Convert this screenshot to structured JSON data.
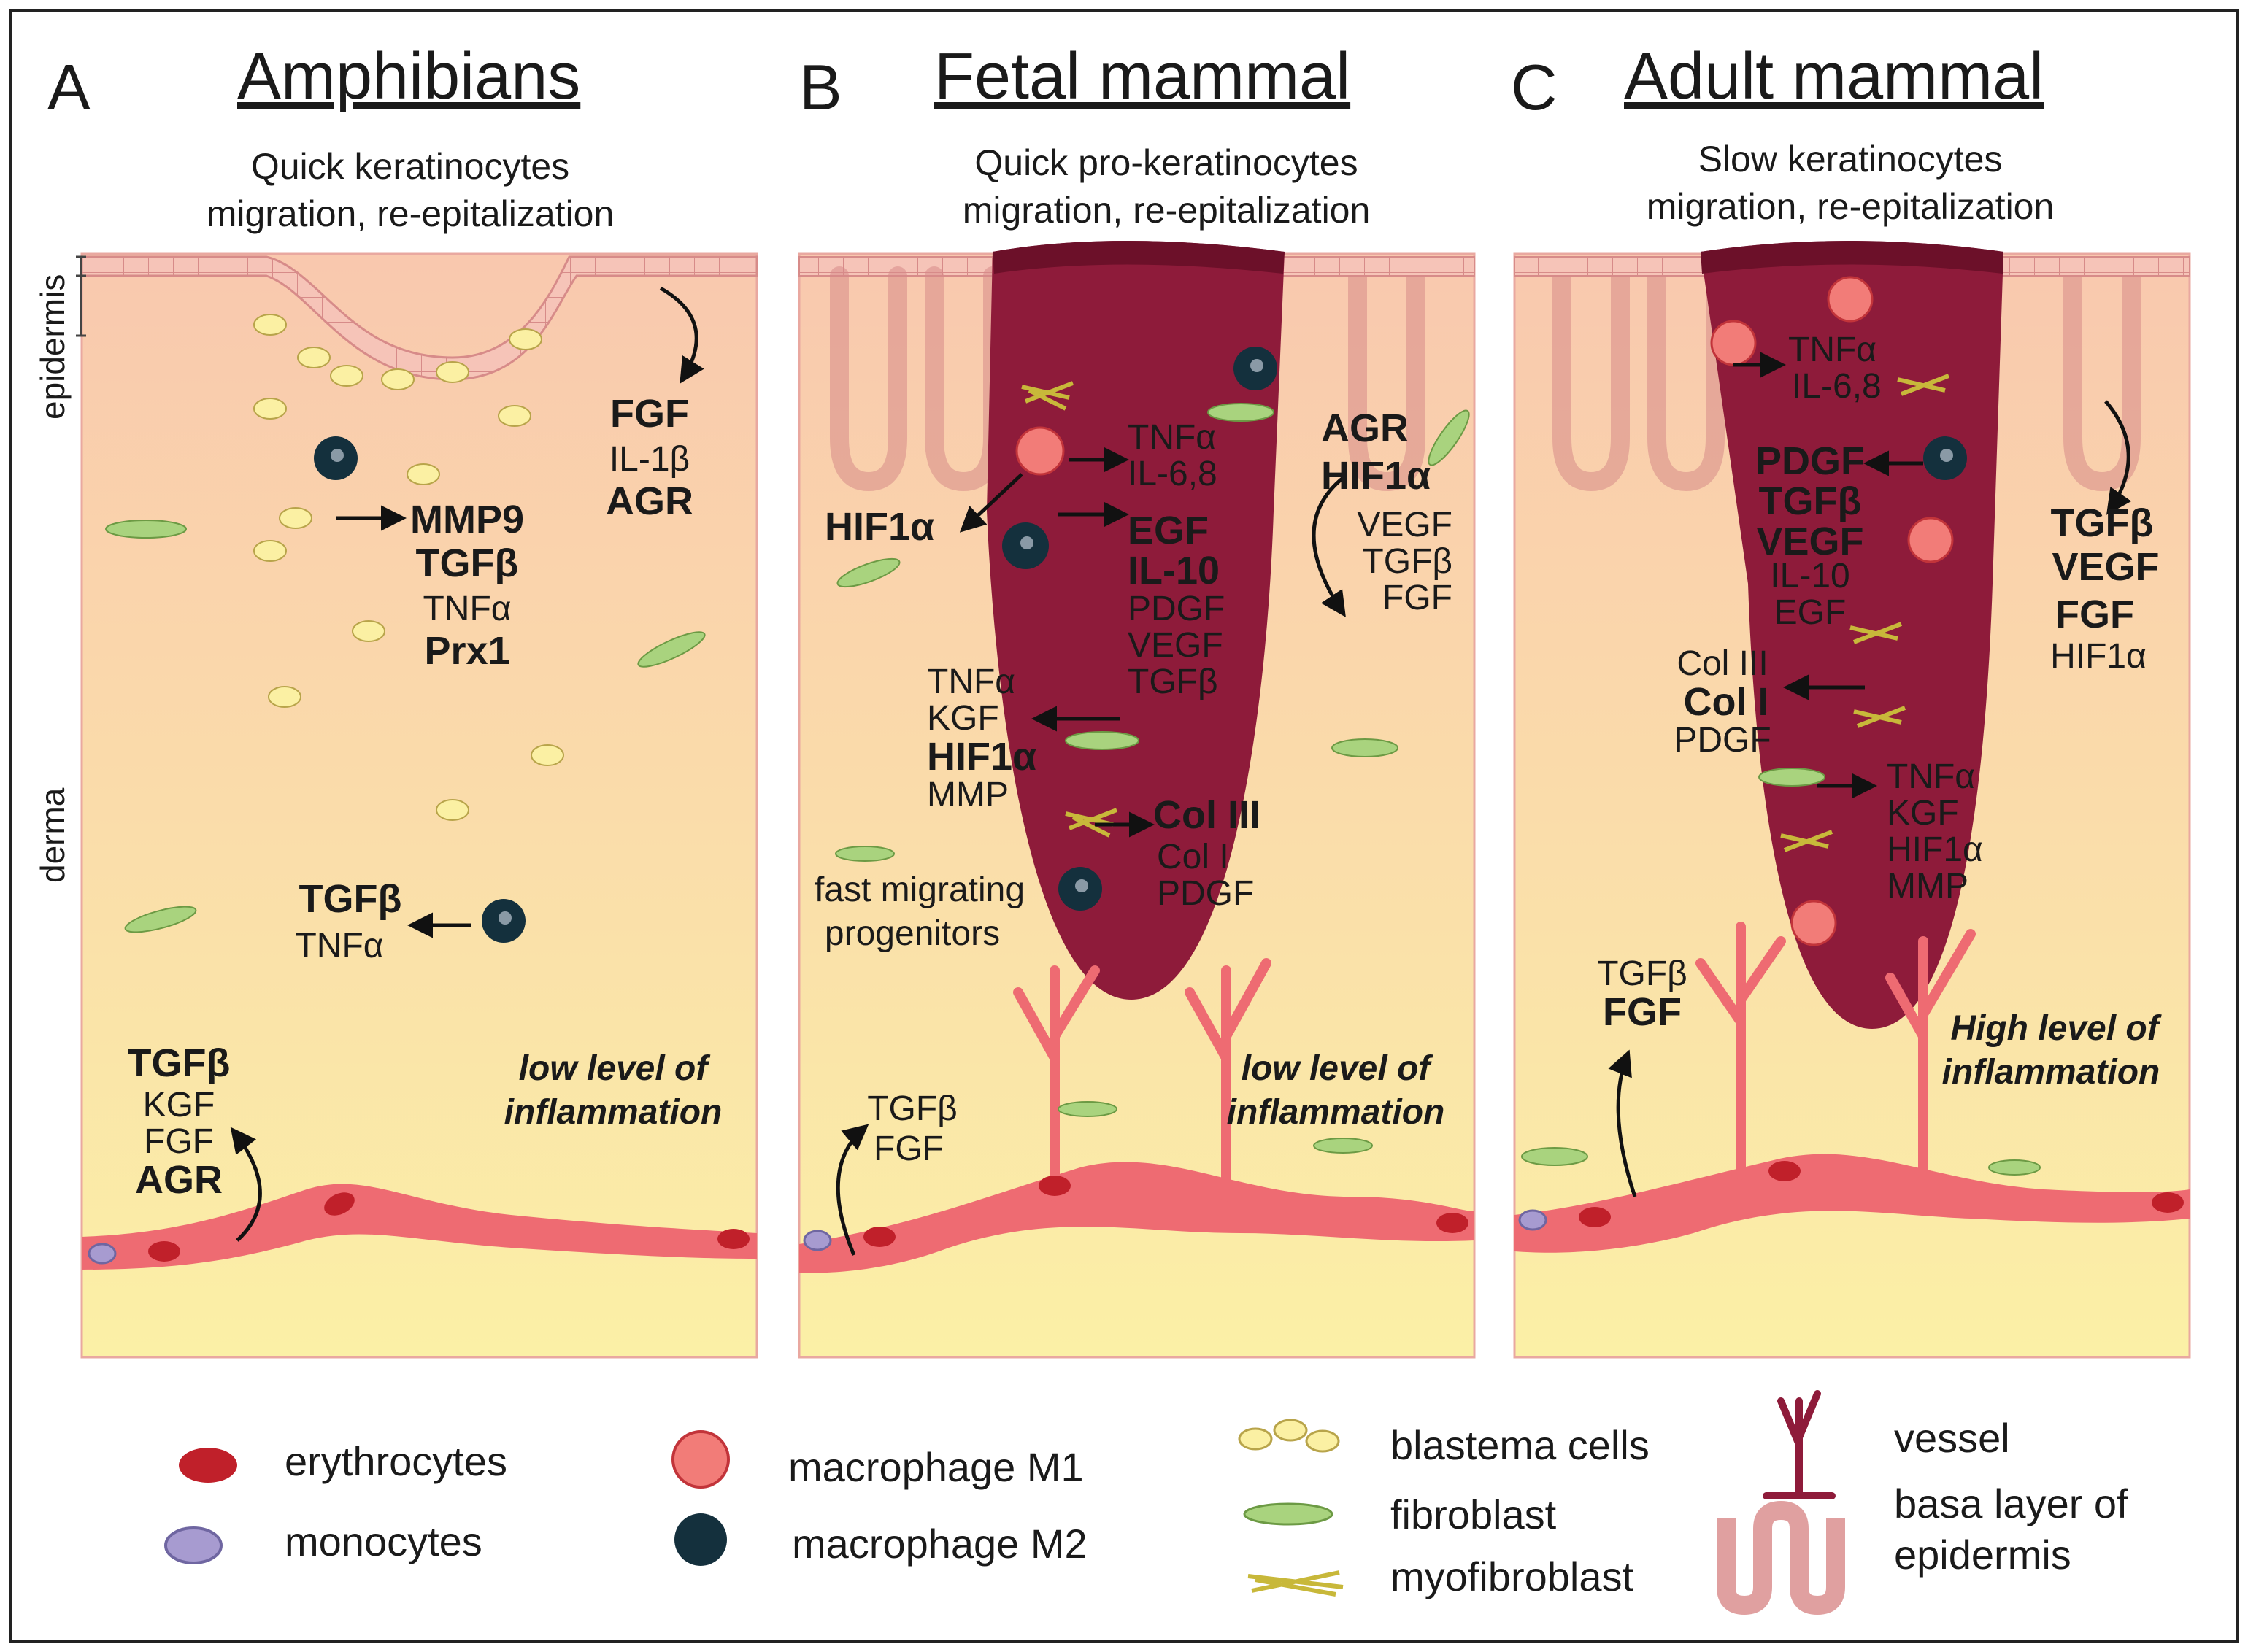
{
  "panels": [
    {
      "letter": "A",
      "title": "Amphibians",
      "subtitle": [
        "Quick keratinocytes",
        "migration, re-epitalization"
      ],
      "inflammation": [
        "low level of",
        "inflammation"
      ],
      "labels": [
        {
          "text": "FGF",
          "bold": true
        },
        {
          "text": "IL-1β",
          "bold": false
        },
        {
          "text": "AGR",
          "bold": true
        },
        {
          "text": "MMP9",
          "bold": true
        },
        {
          "text": "TGFβ",
          "bold": true
        },
        {
          "text": "TNFα",
          "bold": false
        },
        {
          "text": "Prx1",
          "bold": true
        },
        {
          "text": "TGFβ",
          "bold": true
        },
        {
          "text": "TNFα",
          "bold": false
        },
        {
          "text": "TGFβ",
          "bold": true
        },
        {
          "text": "KGF",
          "bold": false
        },
        {
          "text": "FGF",
          "bold": false
        },
        {
          "text": "AGR",
          "bold": true
        }
      ]
    },
    {
      "letter": "B",
      "title": "Fetal mammal",
      "subtitle": [
        "Quick pro-keratinocytes",
        "migration, re-epitalization"
      ],
      "inflammation": [
        "low level of",
        "inflammation"
      ],
      "labels": [
        {
          "text": "TNFα",
          "bold": false
        },
        {
          "text": "IL-6,8",
          "bold": false
        },
        {
          "text": "HIF1α",
          "bold": true
        },
        {
          "text": "EGF",
          "bold": true
        },
        {
          "text": "IL-10",
          "bold": true
        },
        {
          "text": "PDGF",
          "bold": false
        },
        {
          "text": "VEGF",
          "bold": false
        },
        {
          "text": "TGFβ",
          "bold": false
        },
        {
          "text": "AGR",
          "bold": true
        },
        {
          "text": "HIF1α",
          "bold": true
        },
        {
          "text": "VEGF",
          "bold": false
        },
        {
          "text": "TGFβ",
          "bold": false
        },
        {
          "text": "FGF",
          "bold": false
        },
        {
          "text": "TNFα",
          "bold": false
        },
        {
          "text": "KGF",
          "bold": false
        },
        {
          "text": "HIF1α",
          "bold": true
        },
        {
          "text": "MMP",
          "bold": false
        },
        {
          "text": "Col III",
          "bold": true
        },
        {
          "text": "Col I",
          "bold": false
        },
        {
          "text": "PDGF",
          "bold": false
        },
        {
          "text": "fast migrating",
          "bold": false
        },
        {
          "text": "progenitors",
          "bold": false
        },
        {
          "text": "TGFβ",
          "bold": false
        },
        {
          "text": "FGF",
          "bold": false
        }
      ]
    },
    {
      "letter": "C",
      "title": "Adult mammal",
      "subtitle": [
        "Slow keratinocytes",
        "migration, re-epitalization"
      ],
      "inflammation": [
        "High level of",
        "inflammation"
      ],
      "labels": [
        {
          "text": "TNFα",
          "bold": false
        },
        {
          "text": "IL-6,8",
          "bold": false
        },
        {
          "text": "PDGF",
          "bold": true
        },
        {
          "text": "TGFβ",
          "bold": true
        },
        {
          "text": "VEGF",
          "bold": true
        },
        {
          "text": "IL-10",
          "bold": false
        },
        {
          "text": "EGF",
          "bold": false
        },
        {
          "text": "TGFβ",
          "bold": true
        },
        {
          "text": "VEGF",
          "bold": true
        },
        {
          "text": "FGF",
          "bold": true
        },
        {
          "text": "HIF1α",
          "bold": false
        },
        {
          "text": "Col III",
          "bold": false
        },
        {
          "text": "Col I",
          "bold": true
        },
        {
          "text": "PDGF",
          "bold": false
        },
        {
          "text": "TNFα",
          "bold": false
        },
        {
          "text": "KGF",
          "bold": false
        },
        {
          "text": "HIF1α",
          "bold": false
        },
        {
          "text": "MMP",
          "bold": false
        },
        {
          "text": "TGFβ",
          "bold": false
        },
        {
          "text": "FGF",
          "bold": true
        }
      ]
    }
  ],
  "side_labels": {
    "epidermis": "epidermis",
    "derma": "derma"
  },
  "legend": [
    {
      "key": "erythrocytes",
      "label": "erythrocytes",
      "icon": "erythrocyte-icon"
    },
    {
      "key": "monocytes",
      "label": "monocytes",
      "icon": "monocyte-icon"
    },
    {
      "key": "macrophage_m1",
      "label": "macrophage M1",
      "icon": "macrophage-m1-icon"
    },
    {
      "key": "macrophage_m2",
      "label": "macrophage M2",
      "icon": "macrophage-m2-icon"
    },
    {
      "key": "blastema",
      "label": "blastema cells",
      "icon": "blastema-cells-icon"
    },
    {
      "key": "fibroblast",
      "label": "fibroblast",
      "icon": "fibroblast-icon"
    },
    {
      "key": "myofibroblast",
      "label": "myofibroblast",
      "icon": "myofibroblast-icon"
    },
    {
      "key": "vessel",
      "label": "vessel",
      "icon": "vessel-icon"
    },
    {
      "key": "basal",
      "label": "basa layer of",
      "icon": "basal-layer-icon"
    },
    {
      "key": "basal2",
      "label": "epidermis",
      "icon": ""
    }
  ],
  "colors": {
    "skin_top": "#f9c9b0",
    "skin_bottom": "#fbf0a6",
    "epidermis": "#f6c3b6",
    "epidermis_line": "#d98c8a",
    "wound": "#8e1b3a",
    "wound_dark": "#6c1029",
    "vessel": "#ee6b72",
    "erythrocyte": "#c0202a",
    "fibroblast": "#a9d37e",
    "blastema": "#fbf0a3",
    "macrophage_m2": "#14303d",
    "macrophage_m1": "#f27c78"
  }
}
